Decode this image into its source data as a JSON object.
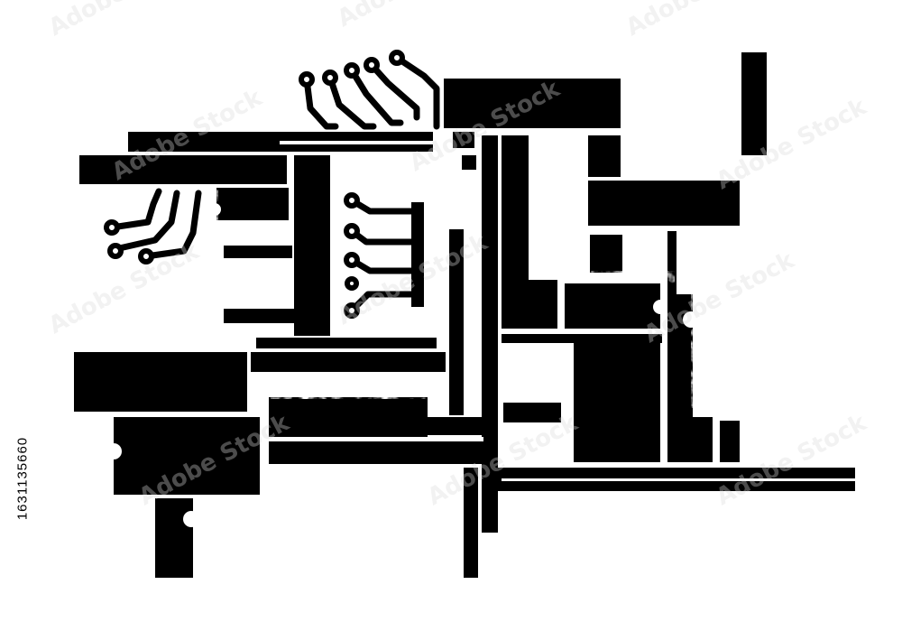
{
  "image": {
    "subject": "grunge circuit board",
    "ink_color": "#000000",
    "paper_color": "#ffffff"
  },
  "stock_id": "1631135660",
  "watermark": {
    "text": "Adobe Stock",
    "color": "#d9d9d9"
  }
}
